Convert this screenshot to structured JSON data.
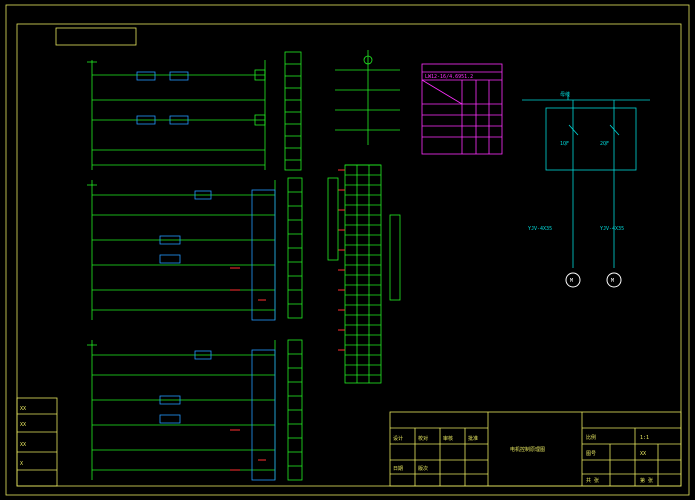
{
  "drawing": {
    "colors": {
      "background": "#000000",
      "frame": "#e8e860",
      "circuit": "#22ee22",
      "terminal": "#22ee22",
      "relay_box": "#2299ff",
      "contact": "#ff3030",
      "table": "#ff30ff",
      "single_line": "#00d8d8",
      "motor": "#ffffff"
    },
    "busbar_label": "母线",
    "terminal_header": "",
    "table_title": "LW12-16/4.6951.2",
    "title_block_name": "电机控制原理图",
    "left_panel_labels": [
      "XX",
      "XX",
      "XX",
      "X"
    ],
    "title_block_cells": [
      "比例",
      "1:1",
      "图号",
      "XX",
      "设计",
      "校对",
      "审核",
      "批准",
      "日期",
      "版次",
      "共 张",
      "第 张"
    ],
    "feeders": [
      {
        "breaker": "1QF",
        "cable": "YJV-4X35",
        "motor": "M"
      },
      {
        "breaker": "2QF",
        "cable": "YJV-4X35",
        "motor": "M"
      }
    ]
  }
}
